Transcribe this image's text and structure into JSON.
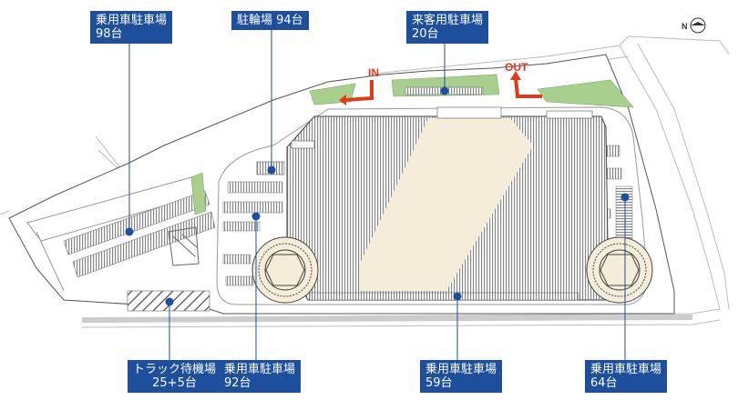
{
  "labels": {
    "parking_98": {
      "line1": "乗用車駐車場",
      "line2": "98台"
    },
    "bicycle_94": {
      "line1": "駐輪場 94台"
    },
    "visitor_20": {
      "line1": "来客用駐車場",
      "line2": "20台"
    },
    "truck_wait": {
      "line1": "トラック待機場",
      "line2": "25+5台"
    },
    "parking_92": {
      "line1": "乗用車駐車場",
      "line2": "92台"
    },
    "parking_59": {
      "line1": "乗用車駐車場",
      "line2": "59台"
    },
    "parking_64": {
      "line1": "乗用車駐車場",
      "line2": "64台"
    }
  },
  "entrances": {
    "in": "IN",
    "out": "OUT"
  },
  "compass": {
    "north": "N"
  },
  "colors": {
    "label_bg": "#1d4f9c",
    "arrow": "#e03a1e",
    "green": "#a9cf8e",
    "building_center": "#f5ecd9",
    "road": "#e6e6e6"
  }
}
